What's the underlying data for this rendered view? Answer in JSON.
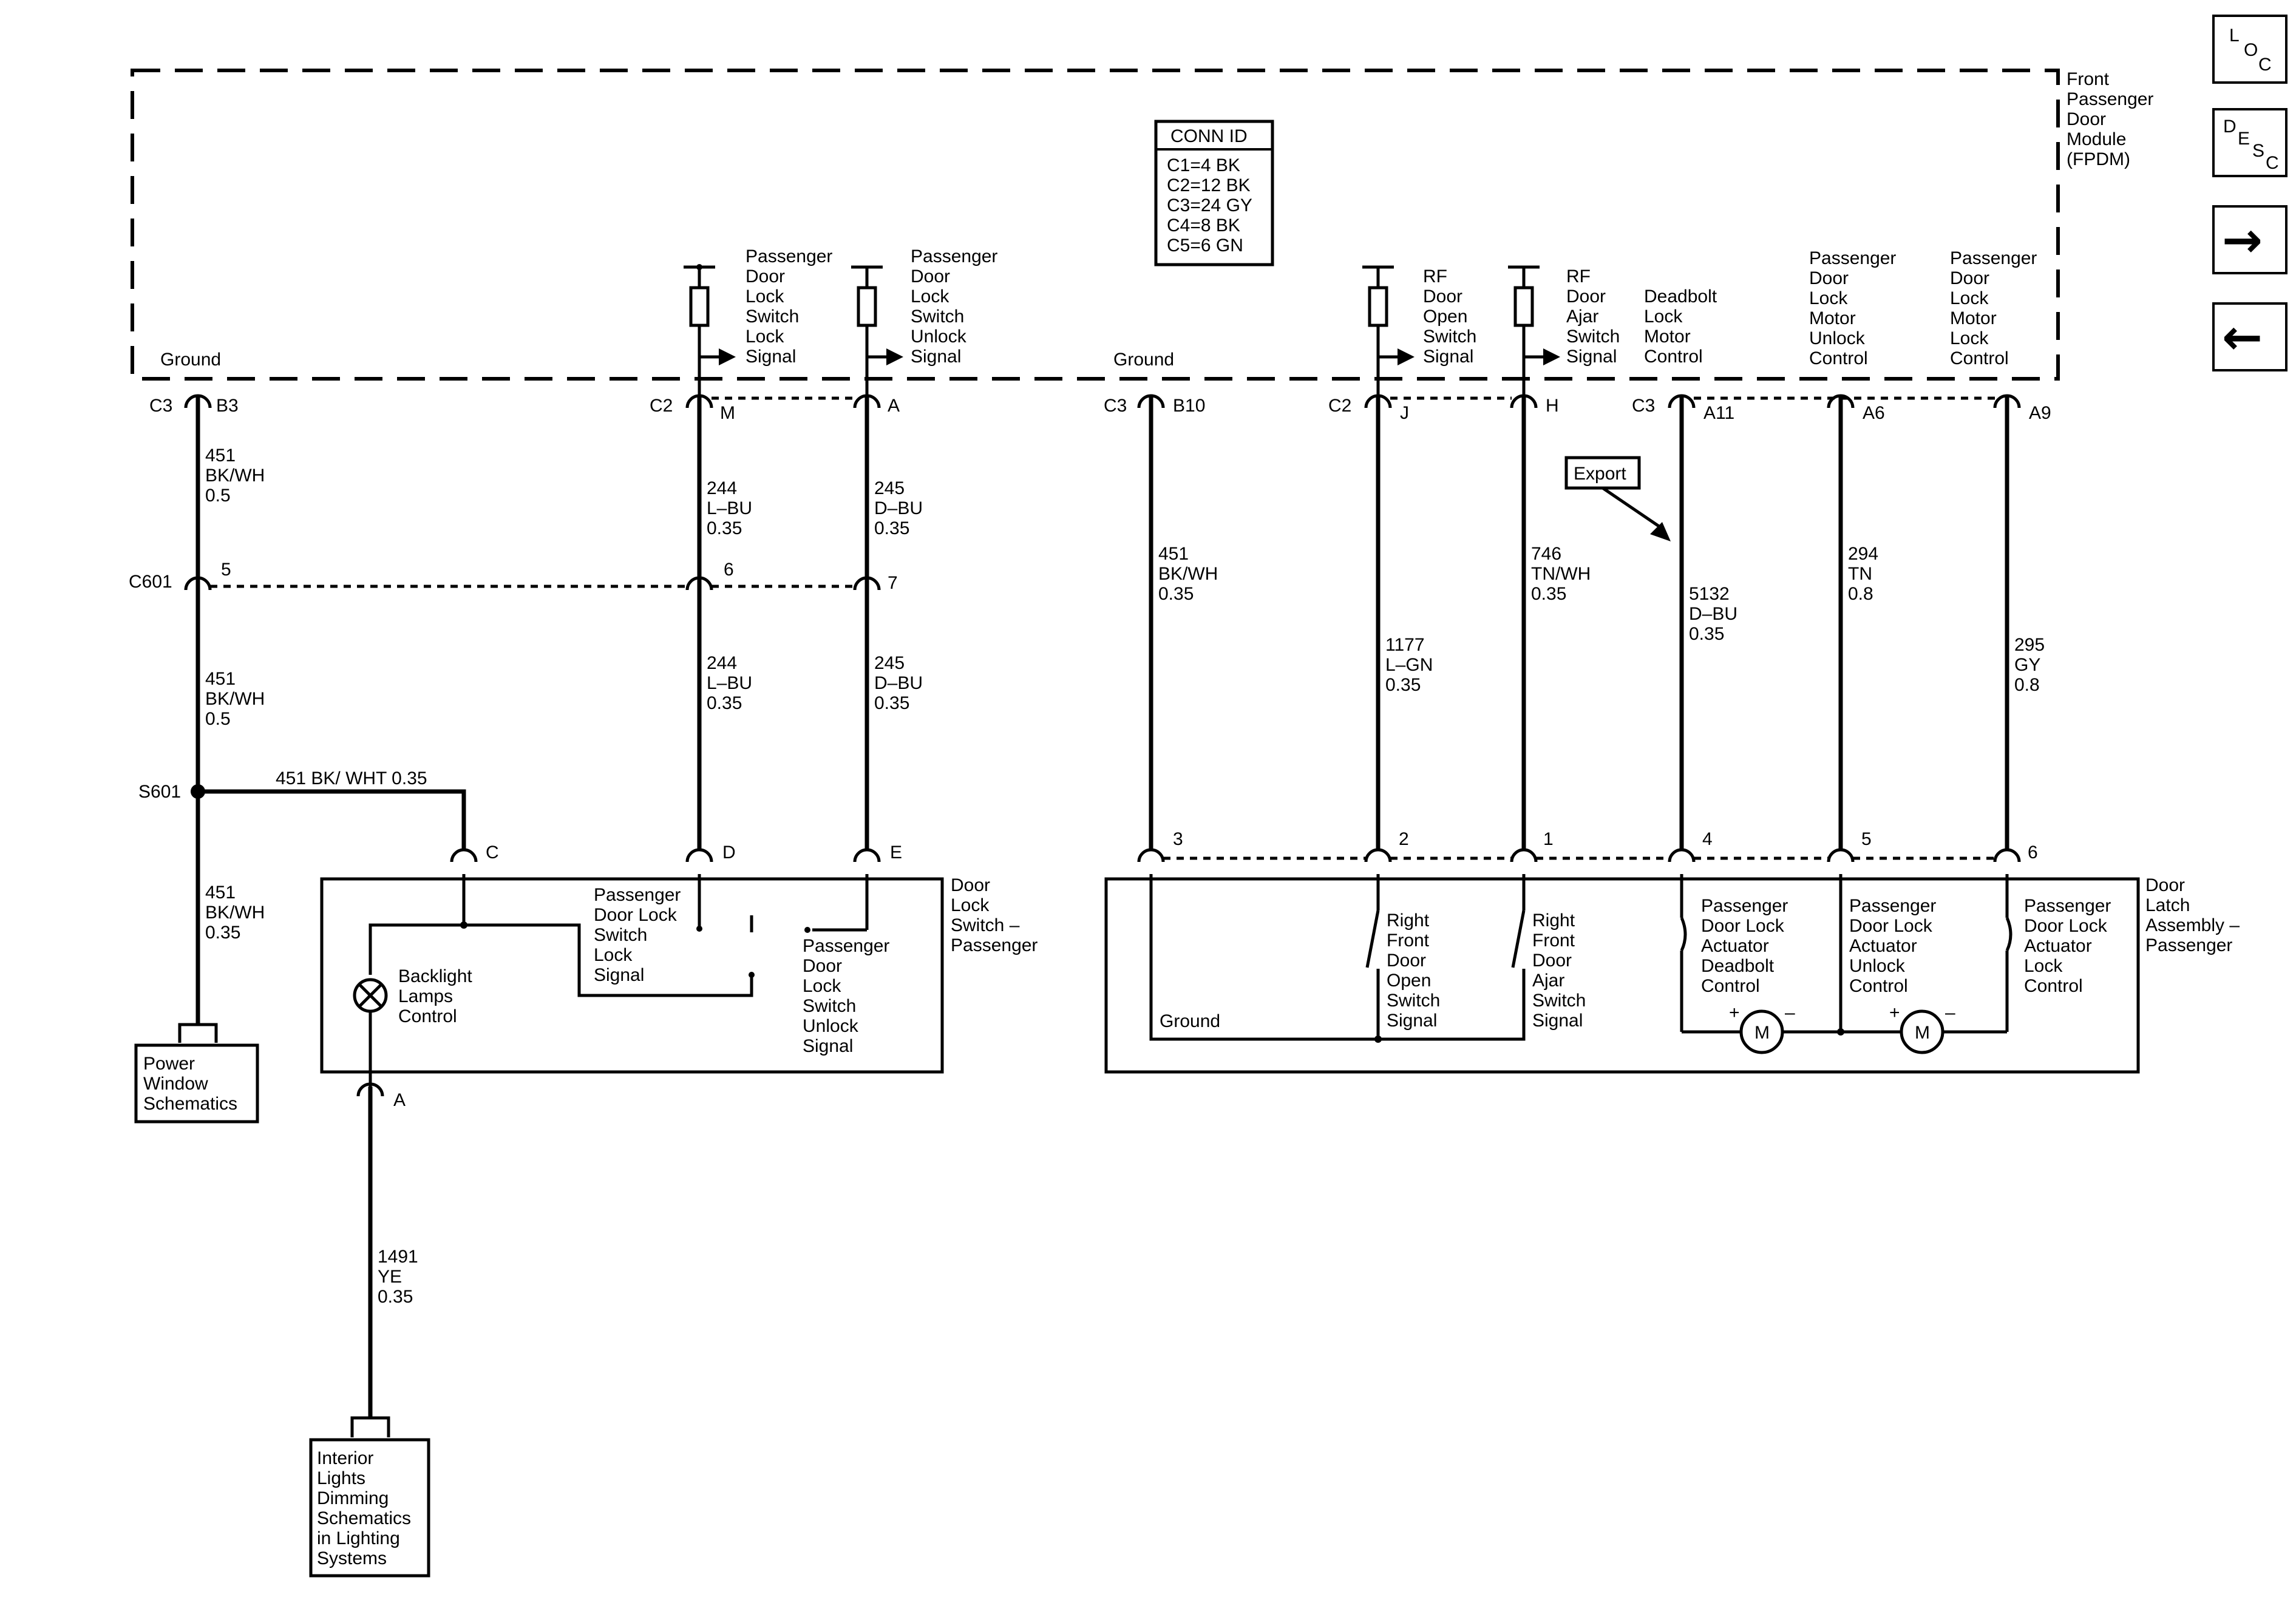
{
  "module": {
    "lines": [
      "Front",
      "Passenger",
      "Door",
      "Module",
      "(FPDM)"
    ]
  },
  "conn_id": {
    "title": "CONN ID",
    "rows": [
      "C1=4 BK",
      "C2=12 BK",
      "C3=24 GY",
      "C4=8 BK",
      "C5=6 GN"
    ]
  },
  "nav": {
    "loc": [
      "L",
      "O",
      "C"
    ],
    "desc": [
      "D",
      "E",
      "S",
      "C"
    ],
    "forward": "→",
    "back": "←"
  },
  "fpdm_labels": {
    "ground_left": "Ground",
    "ground_right": "Ground",
    "lock_signal": [
      "Passenger",
      "Door",
      "Lock",
      "Switch",
      "Lock",
      "Signal"
    ],
    "unlock_signal": [
      "Passenger",
      "Door",
      "Lock",
      "Switch",
      "Unlock",
      "Signal"
    ],
    "open_signal": [
      "RF",
      "Door",
      "Open",
      "Switch",
      "Signal"
    ],
    "ajar_signal": [
      "RF",
      "Door",
      "Ajar",
      "Switch",
      "Signal"
    ],
    "deadbolt": [
      "Deadbolt",
      "Lock",
      "Motor",
      "Control"
    ],
    "unlock_motor": [
      "Passenger",
      "Door",
      "Lock",
      "Motor",
      "Unlock",
      "Control"
    ],
    "lock_motor": [
      "Passenger",
      "Door",
      "Lock",
      "Motor",
      "Lock",
      "Control"
    ]
  },
  "connectors": {
    "c3": "C3",
    "b3": "B3",
    "c2": "C2",
    "m": "M",
    "a": "A",
    "c3b": "C3",
    "b10": "B10",
    "c2b": "C2",
    "j": "J",
    "h": "H",
    "c3c": "C3",
    "a11": "A11",
    "a6": "A6",
    "a9": "A9",
    "c601": "C601",
    "p5": "5",
    "p6": "6",
    "p7": "7",
    "s601": "S601",
    "c": "C",
    "d": "D",
    "e": "E",
    "sw_a": "A",
    "p3": "3",
    "p2": "2",
    "p1": "1",
    "p4": "4",
    "p5b": "5",
    "p6b": "6"
  },
  "wires": {
    "w451a": [
      "451",
      "BK/WH",
      "0.5"
    ],
    "w451b": [
      "451",
      "BK/WH",
      "0.5"
    ],
    "w451c": [
      "451",
      "BK/WH",
      "0.35"
    ],
    "w451_branch": "451 BK/ WHT 0.35",
    "w244a": [
      "244",
      "L–BU",
      "0.35"
    ],
    "w244b": [
      "244",
      "L–BU",
      "0.35"
    ],
    "w245a": [
      "245",
      "D–BU",
      "0.35"
    ],
    "w245b": [
      "245",
      "D–BU",
      "0.35"
    ],
    "w451d": [
      "451",
      "BK/WH",
      "0.35"
    ],
    "w1177": [
      "1177",
      "L–GN",
      "0.35"
    ],
    "w746": [
      "746",
      "TN/WH",
      "0.35"
    ],
    "w5132": [
      "5132",
      "D–BU",
      "0.35"
    ],
    "w294": [
      "294",
      "TN",
      "0.8"
    ],
    "w295": [
      "295",
      "GY",
      "0.8"
    ],
    "w1491": [
      "1491",
      "YE",
      "0.35"
    ]
  },
  "export_tag": "Export",
  "switch_component": {
    "name": [
      "Door",
      "Lock",
      "Switch –",
      "Passenger"
    ],
    "lock_label": [
      "Passenger",
      "Door Lock",
      "Switch",
      "Lock",
      "Signal"
    ],
    "unlock_label": [
      "Passenger",
      "Door",
      "Lock",
      "Switch",
      "Unlock",
      "Signal"
    ],
    "backlight": [
      "Backlight",
      "Lamps",
      "Control"
    ]
  },
  "latch_component": {
    "name": [
      "Door",
      "Latch",
      "Assembly –",
      "Passenger"
    ],
    "ground": "Ground",
    "open": [
      "Right",
      "Front",
      "Door",
      "Open",
      "Switch",
      "Signal"
    ],
    "ajar": [
      "Right",
      "Front",
      "Door",
      "Ajar",
      "Switch",
      "Signal"
    ],
    "deadbolt": [
      "Passenger",
      "Door Lock",
      "Actuator",
      "Deadbolt",
      "Control"
    ],
    "unlock": [
      "Passenger",
      "Door Lock",
      "Actuator",
      "Unlock",
      "Control"
    ],
    "lock": [
      "Passenger",
      "Door Lock",
      "Actuator",
      "Lock",
      "Control"
    ],
    "motor": "M",
    "plus": "+",
    "minus": "–"
  },
  "power_window": [
    "Power",
    "Window",
    "Schematics"
  ],
  "interior_lights": [
    "Interior",
    "Lights",
    "Dimming",
    "Schematics",
    "in Lighting",
    "Systems"
  ]
}
